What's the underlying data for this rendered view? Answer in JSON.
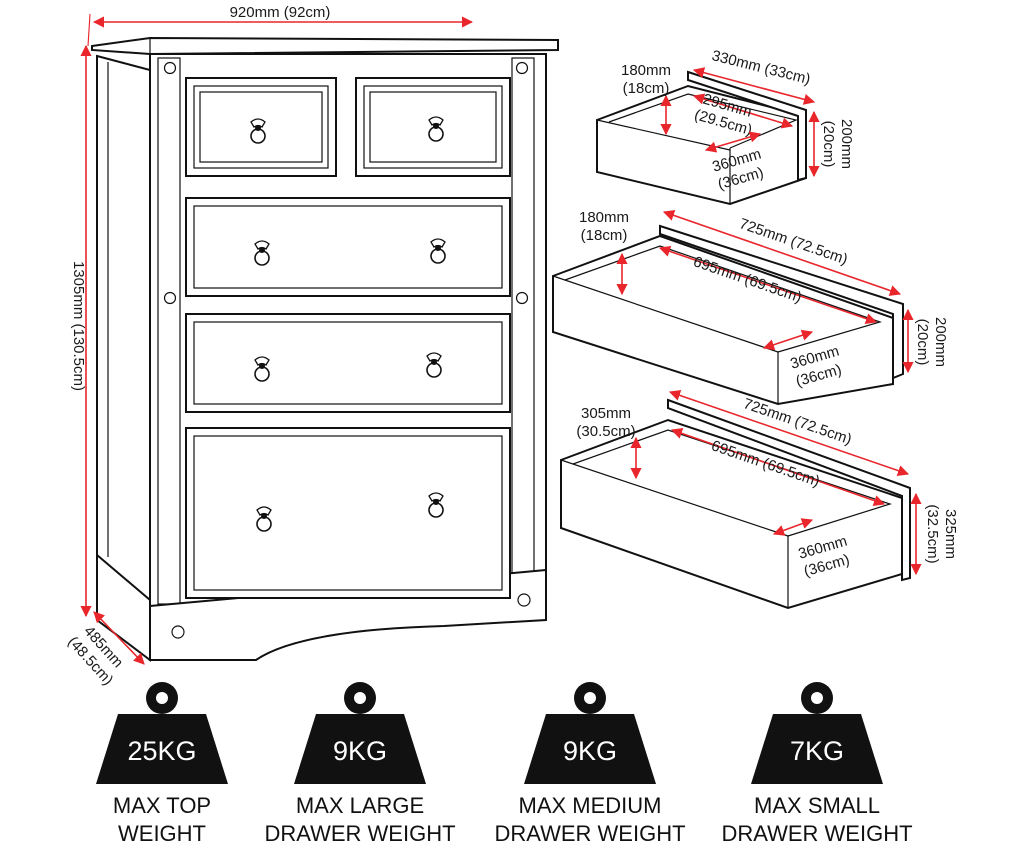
{
  "chest": {
    "width_label": "920mm (92cm)",
    "height_label": "1305mm (130.5cm)",
    "depth_label_1": "485mm",
    "depth_label_2": "(48.5cm)"
  },
  "small_drawer": {
    "inner_height_1": "180mm",
    "inner_height_2": "(18cm)",
    "outer_width": "330mm (33cm)",
    "inner_width_1": "295mm",
    "inner_width_2": "(29.5cm)",
    "depth_1": "360mm",
    "depth_2": "(36cm)",
    "outer_height_1": "200mm",
    "outer_height_2": "(20cm)"
  },
  "medium_drawer": {
    "inner_height_1": "180mm",
    "inner_height_2": "(18cm)",
    "outer_width": "725mm (72.5cm)",
    "inner_width": "695mm (69.5cm)",
    "depth_1": "360mm",
    "depth_2": "(36cm)",
    "outer_height_1": "200mm",
    "outer_height_2": "(20cm)"
  },
  "large_drawer": {
    "inner_height_1": "305mm",
    "inner_height_2": "(30.5cm)",
    "outer_width": "725mm (72.5cm)",
    "inner_width": "695mm (69.5cm)",
    "depth_1": "360mm",
    "depth_2": "(36cm)",
    "outer_height_1": "325mm",
    "outer_height_2": "(32.5cm)"
  },
  "weights": [
    {
      "value": "25KG",
      "line1": "MAX TOP",
      "line2": "WEIGHT"
    },
    {
      "value": "9KG",
      "line1": "MAX LARGE",
      "line2": "DRAWER WEIGHT"
    },
    {
      "value": "9KG",
      "line1": "MAX MEDIUM",
      "line2": "DRAWER WEIGHT"
    },
    {
      "value": "7KG",
      "line1": "MAX SMALL",
      "line2": "DRAWER WEIGHT"
    }
  ],
  "colors": {
    "dimension": "#e8262b",
    "outline": "#111111",
    "weight_fill": "#111111"
  },
  "icons": [
    "weight-icon",
    "drawer-handle-icon"
  ]
}
